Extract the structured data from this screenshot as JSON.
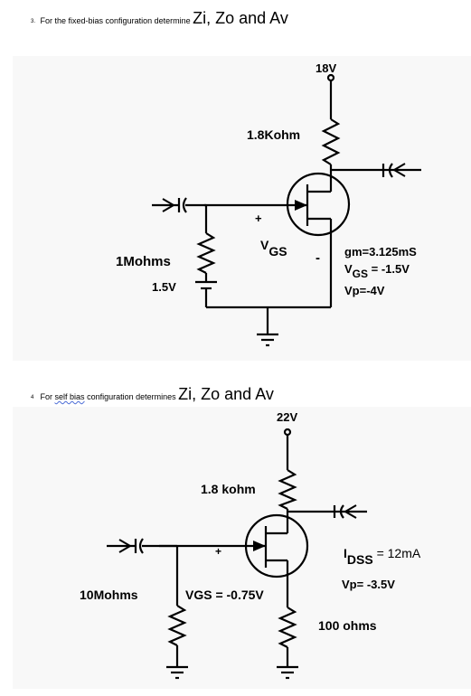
{
  "q1": {
    "number": "3.",
    "prefix": "For the fixed-bias configuration determine",
    "suffix": "Zi, Zo and Av",
    "vdd": "18V",
    "rd": "1.8Kohm",
    "rg": "1Mohms",
    "vgg": "1.5V",
    "vgs_plus": "+",
    "vgs_minus": "-",
    "vgs_v": "V",
    "vgs_sub": "GS",
    "gm": "gm=3.125mS",
    "vgs_val_v": "V",
    "vgs_val_sub": "GS",
    "vgs_val_rest": " = -1.5V",
    "vp": "Vp=-4V"
  },
  "q2": {
    "number": "4",
    "prefix_pre": "For",
    "prefix_link": "self bias",
    "prefix_post": "configuration determines",
    "suffix": "Zi, Zo and Av",
    "vdd": "22V",
    "rd": "1.8 kohm",
    "rg": "10Mohms",
    "vgs": "VGS = -0.75V",
    "vgs_plus": "+",
    "idss_i": "I",
    "idss_sub": "DSS",
    "idss_rest": " = 12mA",
    "vp": "Vp= -3.5V",
    "rs": "100 ohms"
  }
}
